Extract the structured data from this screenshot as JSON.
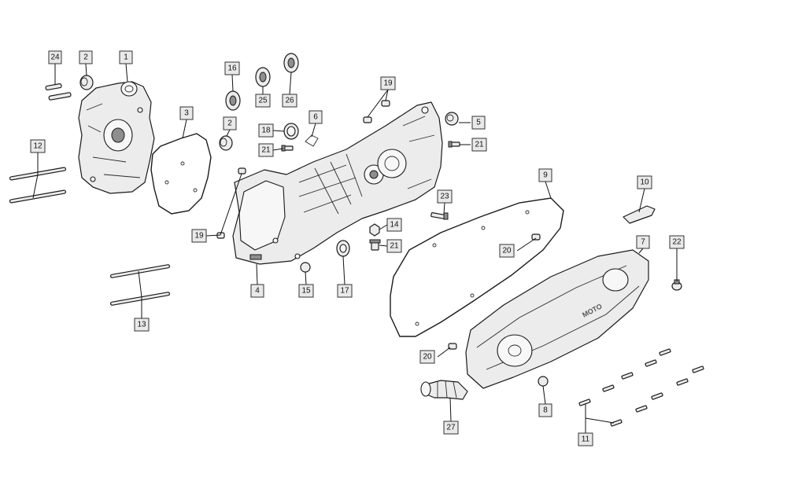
{
  "figure": {
    "alt": "",
    "cover_logo": "MOTO"
  },
  "callouts": {
    "c24": "24",
    "c2a": "2",
    "c1": "1",
    "c3": "3",
    "c12": "12",
    "c16": "16",
    "c25": "25",
    "c26": "26",
    "c2b": "2",
    "c18": "18",
    "c6": "6",
    "c21a": "21",
    "c19a": "19",
    "c5": "5",
    "c21b": "21",
    "c19b": "19",
    "c4": "4",
    "c15": "15",
    "c17": "17",
    "c13": "13",
    "c23": "23",
    "c14": "14",
    "c21c": "21",
    "c9": "9",
    "c10": "10",
    "c20a": "20",
    "c7": "7",
    "c22": "22",
    "c20b": "20",
    "c8": "8",
    "c27": "27",
    "c11": "11"
  }
}
